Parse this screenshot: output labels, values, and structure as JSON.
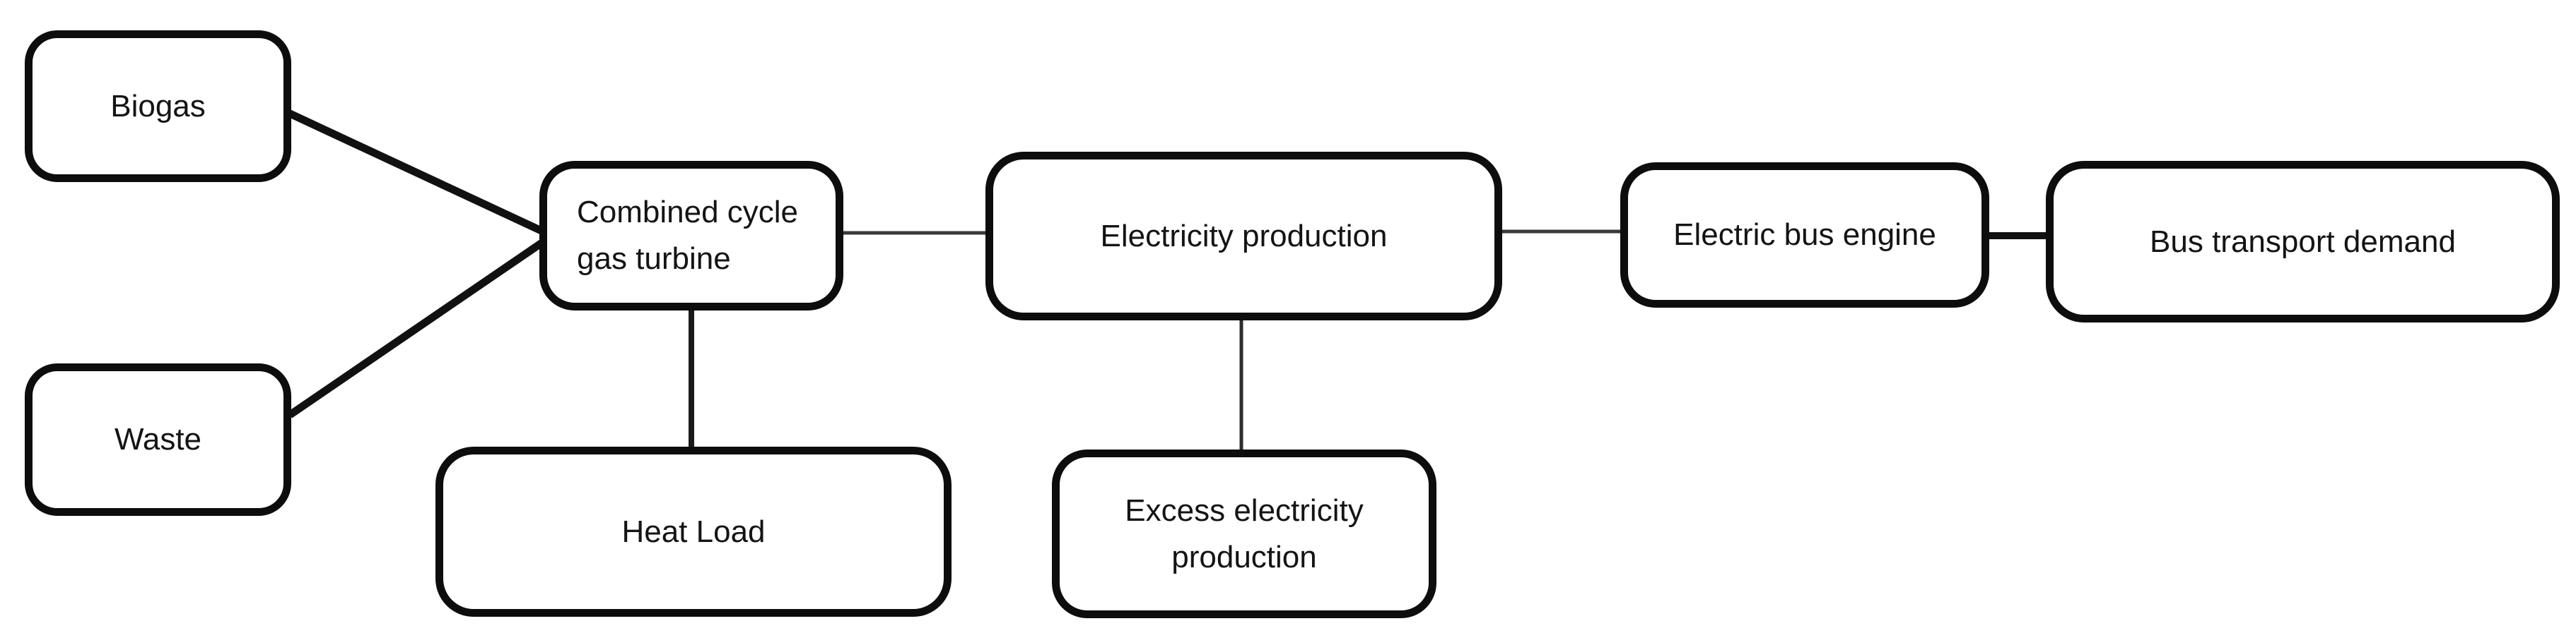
{
  "diagram": {
    "background_color": "#ffffff",
    "node_border_color": "#0d0d0d",
    "text_color": "#141414",
    "thick_line_color": "#111111",
    "thin_line_color": "#3a3a3a",
    "nodes": [
      {
        "id": "biogas",
        "label": "Biogas"
      },
      {
        "id": "waste",
        "label": "Waste"
      },
      {
        "id": "combined-cycle-gas-turbine",
        "label": "Combined cycle gas turbine"
      },
      {
        "id": "heat-load",
        "label": "Heat Load"
      },
      {
        "id": "electricity-production",
        "label": "Electricity production"
      },
      {
        "id": "excess-electricity-production",
        "label": "Excess electricity production"
      },
      {
        "id": "electric-bus-engine",
        "label": "Electric bus engine"
      },
      {
        "id": "bus-transport-demand",
        "label": "Bus transport demand"
      }
    ],
    "edges": [
      {
        "from": "biogas",
        "to": "combined-cycle-gas-turbine",
        "style": "thick"
      },
      {
        "from": "waste",
        "to": "combined-cycle-gas-turbine",
        "style": "thick"
      },
      {
        "from": "combined-cycle-gas-turbine",
        "to": "electricity-production",
        "style": "thin"
      },
      {
        "from": "combined-cycle-gas-turbine",
        "to": "heat-load",
        "style": "thin"
      },
      {
        "from": "electricity-production",
        "to": "excess-electricity-production",
        "style": "thin"
      },
      {
        "from": "electricity-production",
        "to": "electric-bus-engine",
        "style": "thin"
      },
      {
        "from": "electric-bus-engine",
        "to": "bus-transport-demand",
        "style": "thick"
      }
    ]
  }
}
